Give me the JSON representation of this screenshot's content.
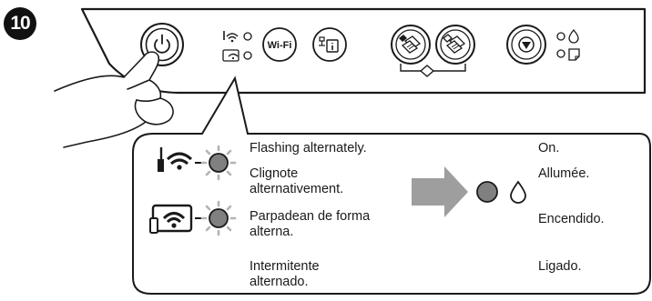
{
  "step": {
    "number": "10"
  },
  "panel": {
    "buttons": [
      {
        "name": "power",
        "icon": "power-icon"
      },
      {
        "name": "wifi",
        "label": "Wi-Fi"
      },
      {
        "name": "network-status",
        "icon": "network-status-icon"
      },
      {
        "name": "bw-copy",
        "icon": "bw-copy-icon"
      },
      {
        "name": "color-copy",
        "icon": "color-copy-icon"
      },
      {
        "name": "stop",
        "icon": "stop-icon"
      }
    ],
    "indicators": [
      "wifi-light-icon",
      "wifi-direct-light-icon",
      "ink-light-icon",
      "paper-light-icon"
    ]
  },
  "callout": {
    "left_texts": [
      "Flashing alternately.",
      "Clignote",
      "alternativement.",
      "Parpadean de forma",
      "alterna.",
      "Intermitente",
      "alternado."
    ],
    "right_texts": [
      "On.",
      "Allumée.",
      "Encendido.",
      "Ligado."
    ]
  },
  "colors": {
    "light_grey": "#808080",
    "arrow": "#9e9e9e",
    "line": "#1a1a1a",
    "flash_rays": "#b3b3b3"
  }
}
